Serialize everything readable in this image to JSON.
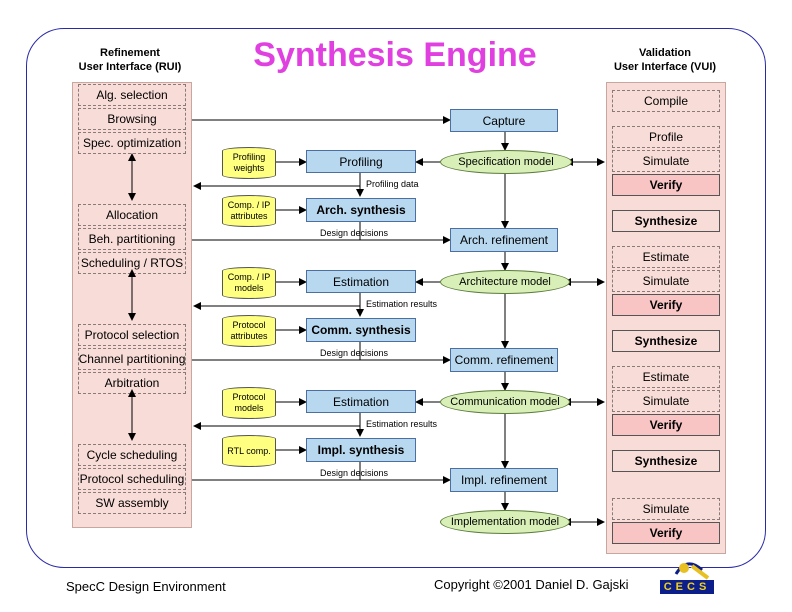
{
  "title": "Synthesis Engine",
  "rui": {
    "title_line1": "Refinement",
    "title_line2": "User Interface (RUI)",
    "items": [
      "Alg. selection",
      "Browsing",
      "Spec. optimization",
      "Allocation",
      "Beh. partitioning",
      "Scheduling / RTOS",
      "Protocol selection",
      "Channel partitioning",
      "Arbitration",
      "Cycle scheduling",
      "Protocol scheduling",
      "SW assembly"
    ]
  },
  "vui": {
    "title_line1": "Validation",
    "title_line2": "User Interface (VUI)",
    "items": [
      "Compile",
      "Profile",
      "Simulate",
      "Verify",
      "Synthesize",
      "Estimate",
      "Simulate",
      "Verify",
      "Synthesize",
      "Estimate",
      "Simulate",
      "Verify",
      "Synthesize",
      "Simulate",
      "Verify"
    ]
  },
  "engine": {
    "capture": "Capture",
    "spec_model": "Specification model",
    "profiling": "Profiling",
    "profiling_weights": "Profiling weights",
    "profiling_data": "Profiling data",
    "comp_ip_attributes": "Comp. / IP attributes",
    "arch_synthesis": "Arch. synthesis",
    "design_decisions": "Design     decisions",
    "arch_refinement": "Arch. refinement",
    "comp_ip_models": "Comp. / IP models",
    "estimation": "Estimation",
    "arch_model": "Architecture model",
    "estimation_results": "Estimation results",
    "protocol_attributes": "Protocol attributes",
    "comm_synthesis": "Comm. synthesis",
    "comm_refinement": "Comm. refinement",
    "protocol_models": "Protocol models",
    "comm_model": "Communication model",
    "rtl_comp": "RTL comp.",
    "impl_synthesis": "Impl. synthesis",
    "impl_refinement": "Impl. refinement",
    "impl_model": "Implementation model"
  },
  "footer": {
    "left": "SpecC Design Environment",
    "right": "Copyright ©2001 Daniel D. Gajski",
    "logo": "CECS"
  }
}
